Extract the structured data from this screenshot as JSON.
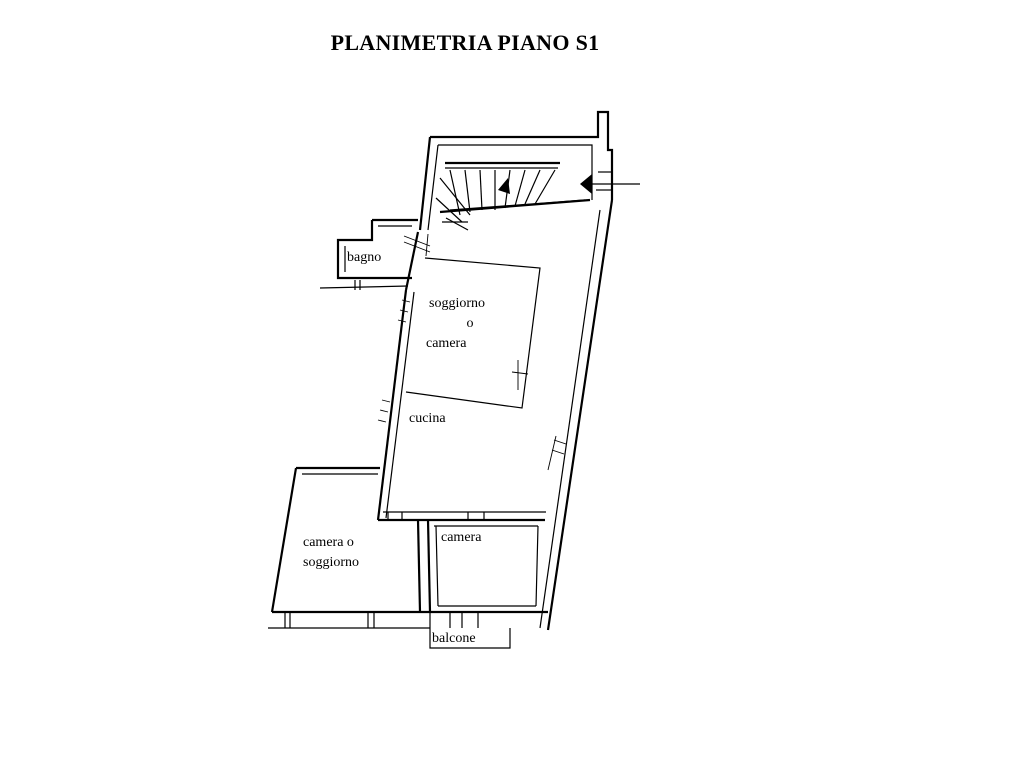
{
  "title": "PLANIMETRIA PIANO S1",
  "rooms": {
    "bagno": "bagno",
    "soggiorno_line1": "soggiorno",
    "soggiorno_line2": "o",
    "soggiorno_line3": "camera",
    "cucina": "cucina",
    "camera_o_line1": "camera o",
    "camera_o_line2": "soggiorno",
    "camera": "camera",
    "balcone": "balcone"
  },
  "colors": {
    "ink": "#000000",
    "paper": "#ffffff"
  }
}
